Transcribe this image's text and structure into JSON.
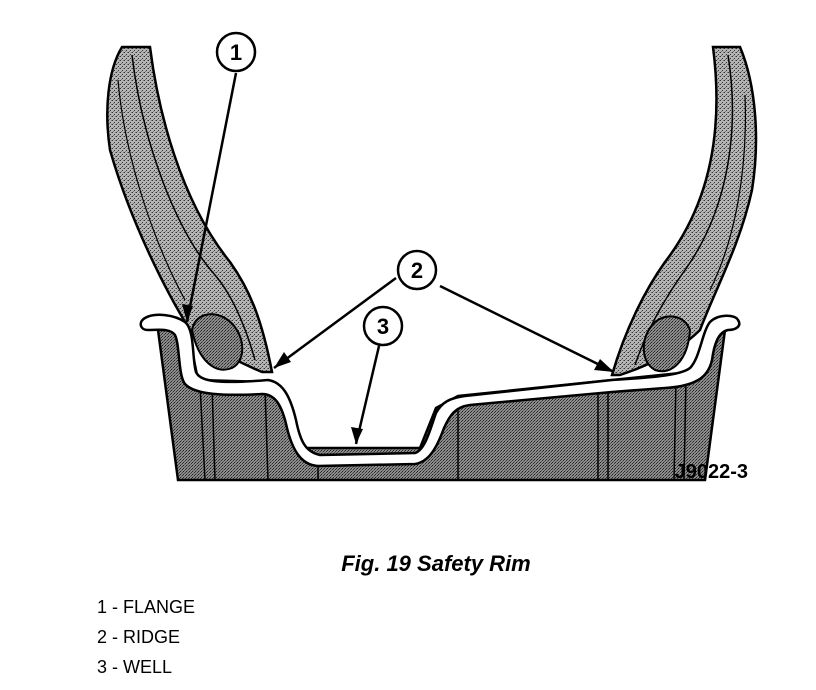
{
  "figure": {
    "id_label": "J9022-3",
    "callouts": [
      "1",
      "2",
      "3"
    ],
    "caption": "Fig. 19 Safety Rim",
    "legend": [
      {
        "number": "1",
        "label": "FLANGE"
      },
      {
        "number": "2",
        "label": "RIDGE"
      },
      {
        "number": "3",
        "label": "WELL"
      }
    ]
  },
  "colors": {
    "ink": "#000000",
    "paper": "#ffffff",
    "tire_fill": "#a6a6a6",
    "rim_body": "#8a8a8a"
  }
}
